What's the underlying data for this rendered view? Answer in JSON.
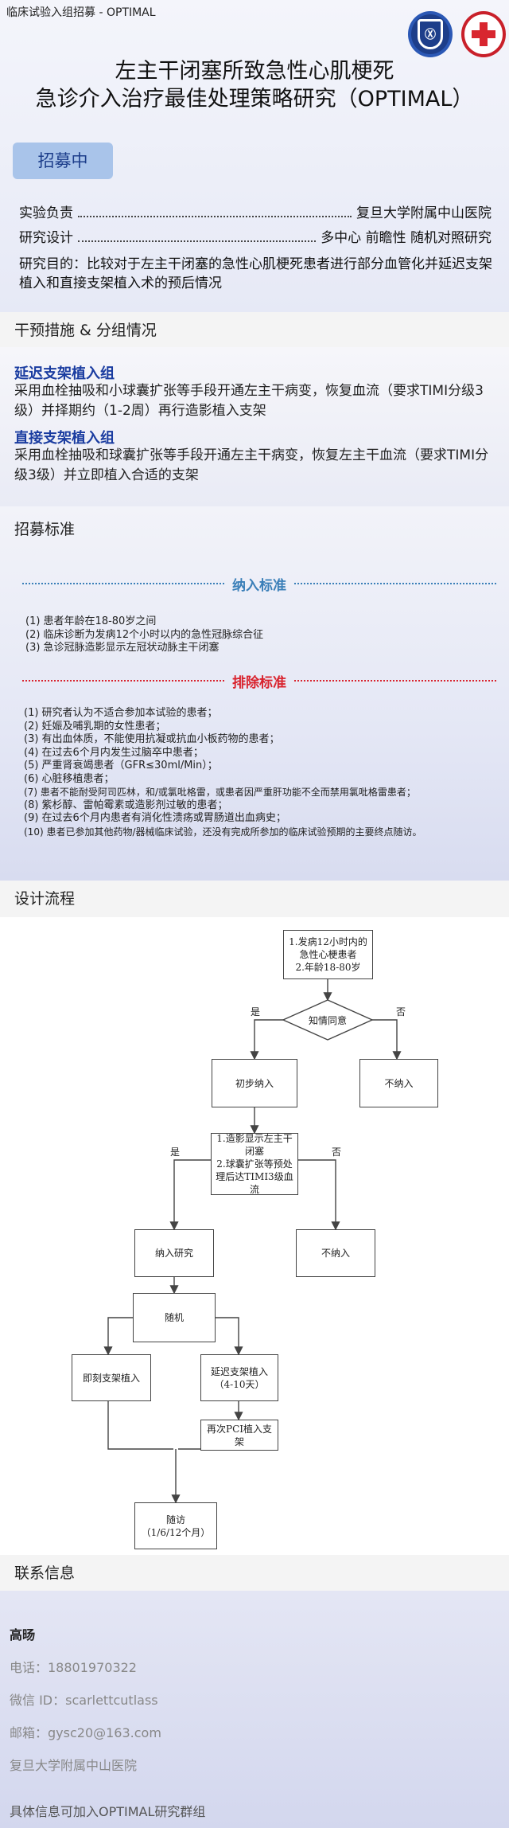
{
  "header": {
    "top_label": "临床试验入组招募 - OPTIMAL",
    "title_line1": "左主干闭塞所致急性心肌梗死",
    "title_line2": "急诊介入治疗最佳处理策略研究（OPTIMAL）",
    "status_badge": "招募中",
    "info": [
      {
        "label": "实验负责",
        "value": "复旦大学附属中山医院"
      },
      {
        "label": "研究设计",
        "value": "多中心 前瞻性 随机对照研究"
      }
    ],
    "purpose": "研究目的：比较对于左主干闭塞的急性心肌梗死患者进行部分血管化并延迟支架植入和直接支架植入术的预后情况"
  },
  "intervention": {
    "heading": "干预措施 & 分组情况",
    "groups": [
      {
        "title": "延迟支架植入组",
        "text": "采用血栓抽吸和小球囊扩张等手段开通左主干病变，恢复血流（要求TIMI分级3级）并择期约（1-2周）再行造影植入支架"
      },
      {
        "title": "直接支架植入组",
        "text": "采用血栓抽吸和球囊扩张等手段开通左主干病变，恢复左主干血流（要求TIMI分级3级）并立即植入合适的支架"
      }
    ]
  },
  "recruitment": {
    "heading": "招募标准",
    "inclusion_title": "纳入标准",
    "inclusion": [
      "(1)  患者年龄在18-80岁之间",
      "(2)  临床诊断为发病12个小时以内的急性冠脉综合征",
      "(3)  急诊冠脉造影显示左冠状动脉主干闭塞"
    ],
    "exclusion_title": "排除标准",
    "exclusion": [
      "(1)  研究者认为不适合参加本试验的患者；",
      "(2)  妊娠及哺乳期的女性患者；",
      "(3)  有出血体质，不能使用抗凝或抗血小板药物的患者；",
      "(4)  在过去6个月内发生过脑卒中患者；",
      "(5)  严重肾衰竭患者（GFR≤30ml/Min）；",
      "(6)  心脏移植患者；",
      "(7)  患者不能耐受阿司匹林，和/或氯吡格雷，或患者因严重肝功能不全而禁用氯吡格雷患者；",
      "(8)  紫杉醇、雷帕霉素或造影剂过敏的患者；",
      "(9)  在过去6个月内患者有消化性溃疡或胃肠道出血病史；",
      "(10)  患者已参加其他药物/器械临床试验，还没有完成所参加的临床试验预期的主要终点随访。"
    ],
    "inclusion_color": "#3a7fb8",
    "exclusion_color": "#d9232e"
  },
  "flow": {
    "heading": "设计流程",
    "start": "1.发病12小时内的急性心梗患者\n2.年龄18-80岁",
    "consent": "知情同意",
    "yes": "是",
    "no": "否",
    "prelim": "初步纳入",
    "exclude": "不纳入",
    "angio": "1.造影显示左主干闭塞\n2.球囊扩张等预处理后达TIMI3级血流",
    "enroll": "纳入研究",
    "exclude2": "不纳入",
    "random": "随机",
    "immediate": "即刻支架植入",
    "delayed": "延迟支架植入\n（4-10天）",
    "repci": "再次PCI植入支架",
    "followup": "随访\n（1/6/12个月）"
  },
  "contact": {
    "heading": "联系信息",
    "name": "高旸",
    "phone": "电话：18801970322",
    "wechat": "微信 ID：scarlettcutlass",
    "email": "邮箱：gysc20@163.com",
    "hospital": "复旦大学附属中山医院",
    "note": "具体信息可加入OPTIMAL研究群组"
  }
}
